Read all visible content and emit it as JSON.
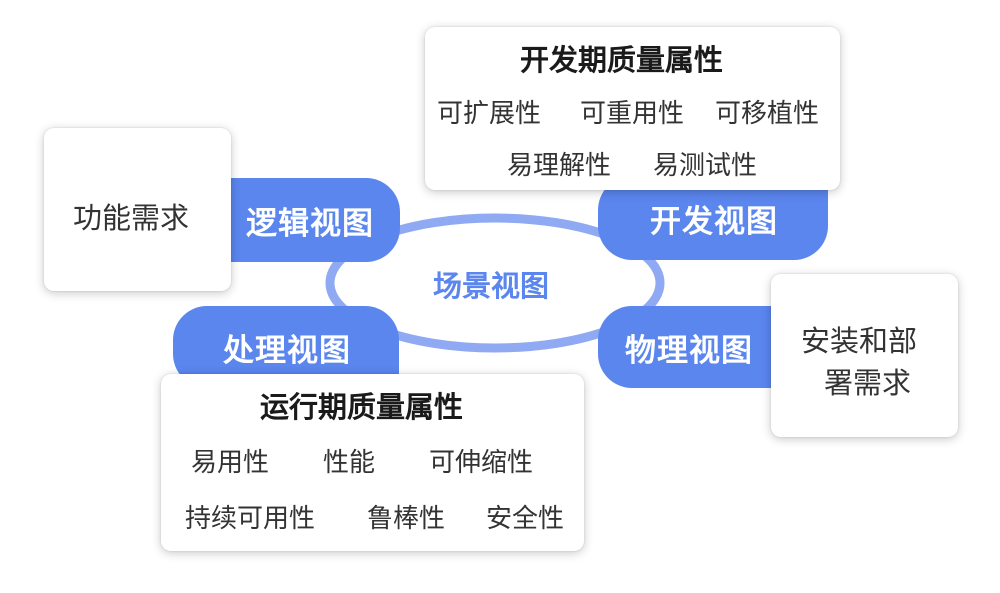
{
  "scenario_view": "场景视图",
  "views": {
    "logical": "逻辑视图",
    "development": "开发视图",
    "process": "处理视图",
    "physical": "物理视图"
  },
  "functional": {
    "label": "功能需求"
  },
  "deployment": {
    "line1": "安装和部",
    "line2": "署需求"
  },
  "dev_attrs": {
    "title": "开发期质量属性",
    "items": [
      "可扩展性",
      "可重用性",
      "可移植性",
      "易理解性",
      "易测试性"
    ]
  },
  "run_attrs": {
    "title": "运行期质量属性",
    "items": [
      "易用性",
      "性能",
      "可伸缩性",
      "持续可用性",
      "鲁棒性",
      "安全性"
    ]
  },
  "colors": {
    "accent": "#5b86ee",
    "ring": "#5b86ee",
    "ring_fill": "#ffffff"
  }
}
